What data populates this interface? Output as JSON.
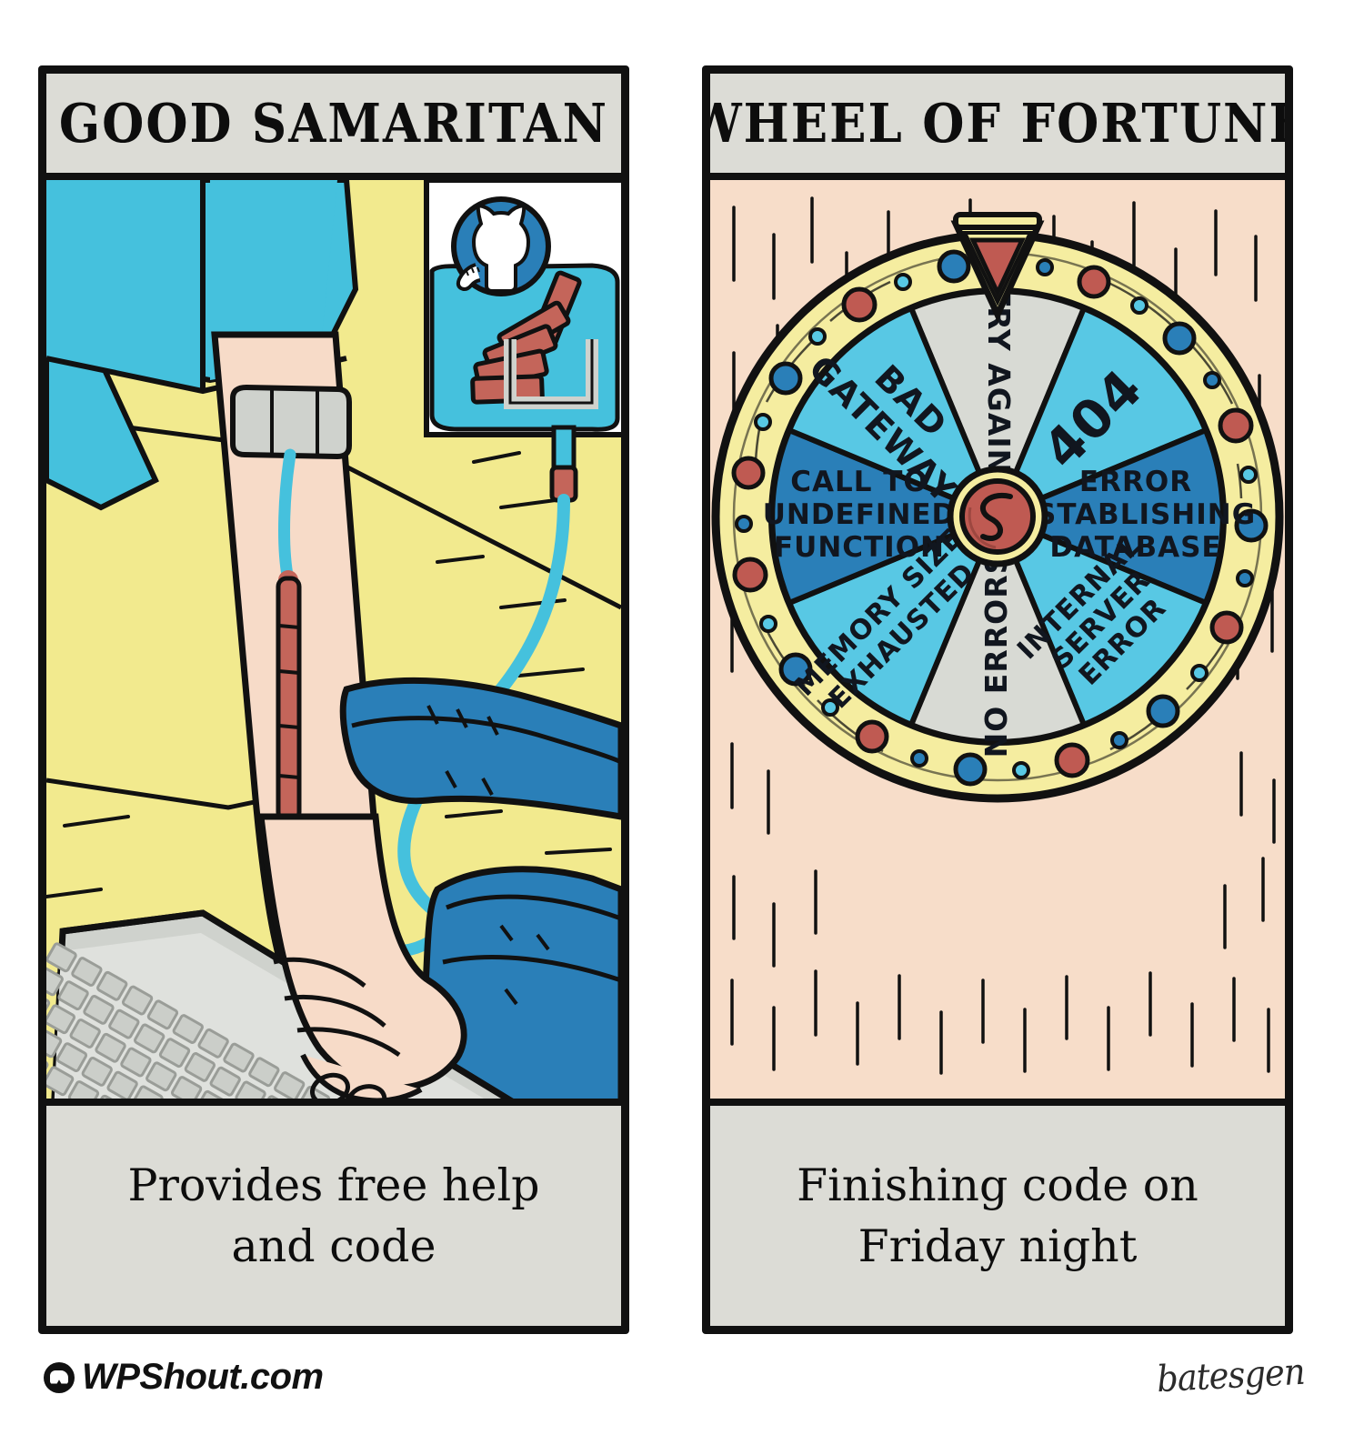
{
  "comic": {
    "panels": [
      {
        "id": "good-samaritan",
        "title": "GOOD SAMARITAN",
        "caption_lines": [
          "Provides free help",
          "and code"
        ],
        "scene": {
          "name": "iv-transfusion-scene",
          "elements": [
            "github-octocat-iv-bag",
            "patient-arm-with-iv",
            "gloved-hands",
            "computer-keyboard"
          ]
        },
        "colors": {
          "header_bg": "#dcdcd6",
          "background": "#f2ea8e",
          "scrubs": "#45c1dd",
          "skin": "#f7dbc8",
          "glove": "#2a7fb8",
          "tube": "#45c1dd",
          "blood": "#bf5a52",
          "keyboard": "#cfd2cd",
          "ink": "#111111"
        }
      },
      {
        "id": "wheel-of-fortune",
        "title": "WHEEL OF FORTUNE",
        "caption_lines": [
          "Finishing code on",
          "Friday night"
        ],
        "scene": {
          "name": "prize-wheel-scene",
          "elements": [
            "prize-wheel",
            "wheel-pointer",
            "rain-hatching"
          ]
        },
        "colors": {
          "header_bg": "#dcdcd6",
          "background": "#f7ddc9",
          "rim": "#f5eda0",
          "wedge_light": "#58c8e4",
          "wedge_dark": "#2a7fb8",
          "wedge_gray": "#d8dad4",
          "hub": "#bf5a52",
          "pointer": "#bf5a52",
          "dot_blue": "#2a7fb8",
          "dot_red": "#bf5a52",
          "ink": "#111111"
        }
      }
    ]
  },
  "wheel": {
    "name": "error-prize-wheel",
    "segment_count": 8,
    "hub_letter": "S",
    "segments": [
      {
        "label": "TRY AGAIN",
        "lines": [
          "TRY AGAIN"
        ],
        "color": "#d8dad4",
        "angle": 0
      },
      {
        "label": "404",
        "lines": [
          "404"
        ],
        "color": "#58c8e4",
        "angle": 45
      },
      {
        "label": "ERROR ESTABLISHING DATABASE",
        "lines": [
          "ERROR",
          "ESTABLISHING",
          "DATABASE"
        ],
        "color": "#2a7fb8",
        "angle": 90
      },
      {
        "label": "INTERNAL SERVER ERROR",
        "lines": [
          "INTERNAL",
          "SERVER",
          "ERROR"
        ],
        "color": "#58c8e4",
        "angle": 135
      },
      {
        "label": "NO ERRORS",
        "lines": [
          "NO ERRORS"
        ],
        "color": "#d8dad4",
        "angle": 180
      },
      {
        "label": "MEMORY SIZE EXHAUSTED",
        "lines": [
          "MEMORY SIZE",
          "EXHAUSTED"
        ],
        "color": "#58c8e4",
        "angle": 225
      },
      {
        "label": "CALL TO UNDEFINED FUNCTION",
        "lines": [
          "CALL TO",
          "UNDEFINED",
          "FUNCTION"
        ],
        "color": "#2a7fb8",
        "angle": 270
      },
      {
        "label": "BAD GATEWAY",
        "lines": [
          "BAD",
          "GATEWAY"
        ],
        "color": "#58c8e4",
        "angle": 315
      }
    ]
  },
  "footer": {
    "brand_text": "WPShout.com",
    "brand_icon": "megaphone-icon",
    "signature": "batesgen"
  }
}
